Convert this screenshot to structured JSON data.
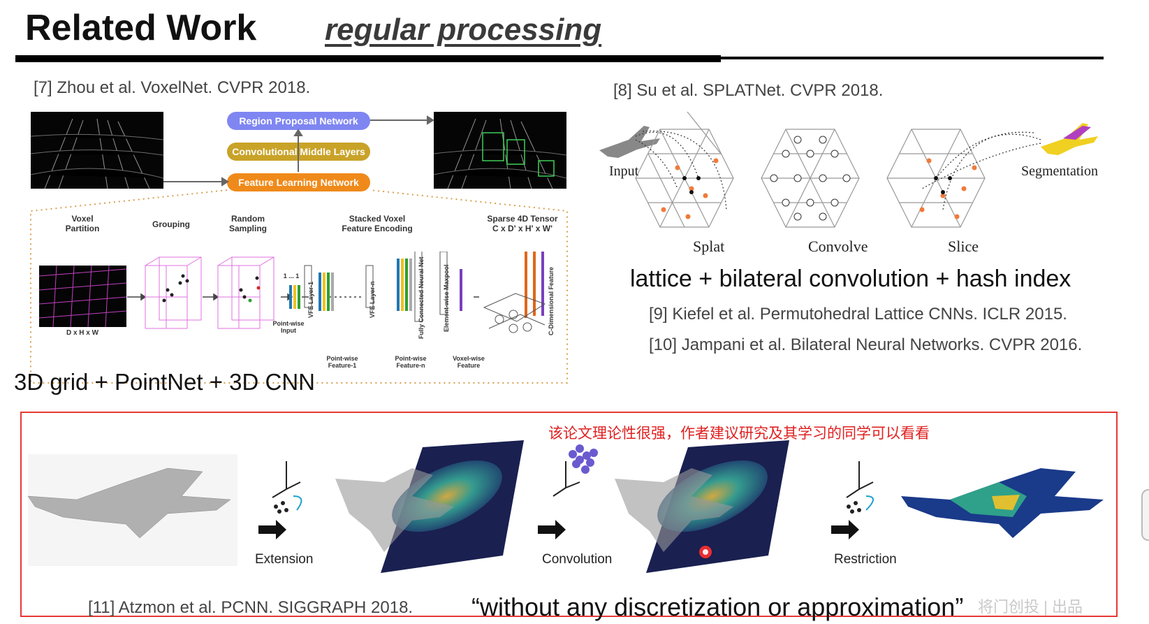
{
  "header": {
    "title": "Related Work",
    "subtitle": "regular processing"
  },
  "voxelnet": {
    "ref": "[7] Zhou et al. VoxelNet. CVPR 2018.",
    "pipeline": [
      "Region Proposal Network",
      "Convolutional Middle Layers",
      "Feature Learning Network"
    ],
    "stages": [
      "Voxel\nPartition",
      "Grouping",
      "Random\nSampling",
      "Stacked Voxel\nFeature Encoding",
      "Sparse 4D Tensor\nC x D' x H' x W'"
    ],
    "grid_label": "D x H x W",
    "pointwise_input": "Point-wise\nInput",
    "vfe1": "VFE Layer-1",
    "vfen": "VFE Layer-n",
    "fcn": "Fully Connected Neural Net",
    "maxpool": "Element-wise Maxpool",
    "cdim": "C-Dimensional Feature",
    "ones": "1 ... 1",
    "feat1": "Point-wise\nFeature-1",
    "featn": "Point-wise\nFeature-n",
    "voxelwise": "Voxel-wise\nFeature",
    "summary": "3D grid + PointNet + 3D CNN"
  },
  "splatnet": {
    "ref": "[8] Su et al. SPLATNet. CVPR 2018.",
    "input_label": "Input",
    "segmentation_label": "Segmentation",
    "steps": [
      "Splat",
      "Convolve",
      "Slice"
    ],
    "summary": "lattice + bilateral convolution + hash index",
    "ref9": "[9] Kiefel et al. Permutohedral Lattice CNNs. ICLR 2015.",
    "ref10": "[10] Jampani et al. Bilateral Neural Networks. CVPR 2016."
  },
  "pcnn": {
    "note": "该论文理论性很强，作者建议研究及其学习的同学可以看看",
    "steps": [
      "Extension",
      "Convolution",
      "Restriction"
    ],
    "ref": "[11] Atzmon et al. PCNN. SIGGRAPH 2018.",
    "quote": "“without any discretization or approximation”",
    "watermark": "将门创投 | 出品"
  },
  "colors": {
    "rpn": "#7f86f2",
    "cml": "#c9a328",
    "fln": "#ef8a1a",
    "accent_red": "#e53935"
  }
}
